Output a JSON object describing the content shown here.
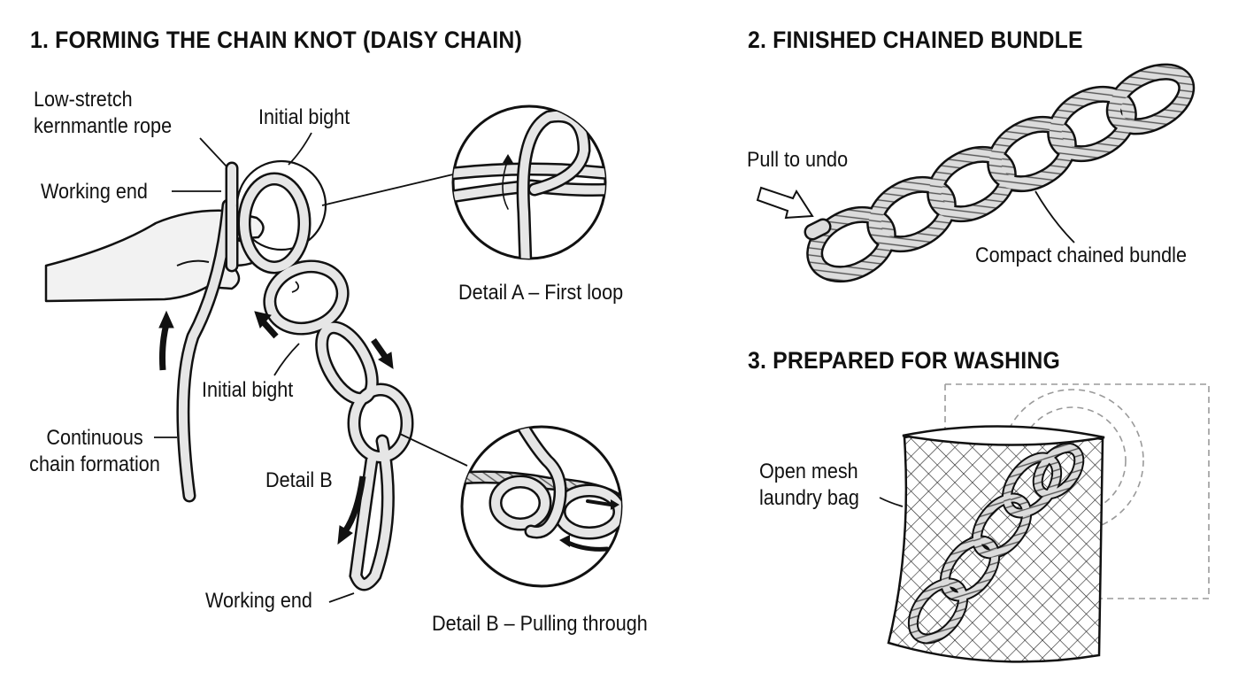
{
  "sections": {
    "forming": {
      "heading": "1. FORMING THE CHAIN KNOT (DAISY CHAIN)",
      "labels": {
        "rope": "Low-stretch\nkernmantle rope",
        "initial_bight_top": "Initial bight",
        "working_end_top": "Working end",
        "initial_bight_mid": "Initial bight",
        "continuous": "Continuous\nchain formation",
        "detail_b": "Detail B",
        "working_end_bottom": "Working end"
      },
      "detail_a_caption": "Detail A – First loop",
      "detail_b_caption": "Detail B – Pulling through"
    },
    "finished": {
      "heading": "2. FINISHED CHAINED BUNDLE",
      "pull_label": "Pull to undo",
      "bundle_label": "Compact chained bundle"
    },
    "washing": {
      "heading": "3. PREPARED FOR WASHING",
      "bag_label": "Open mesh\nlaundry bag"
    }
  },
  "colors": {
    "ink": "#111111",
    "rope_fill": "#e6e6e6",
    "skin": "#f2f2f2",
    "dashed": "#9a9a9a"
  }
}
